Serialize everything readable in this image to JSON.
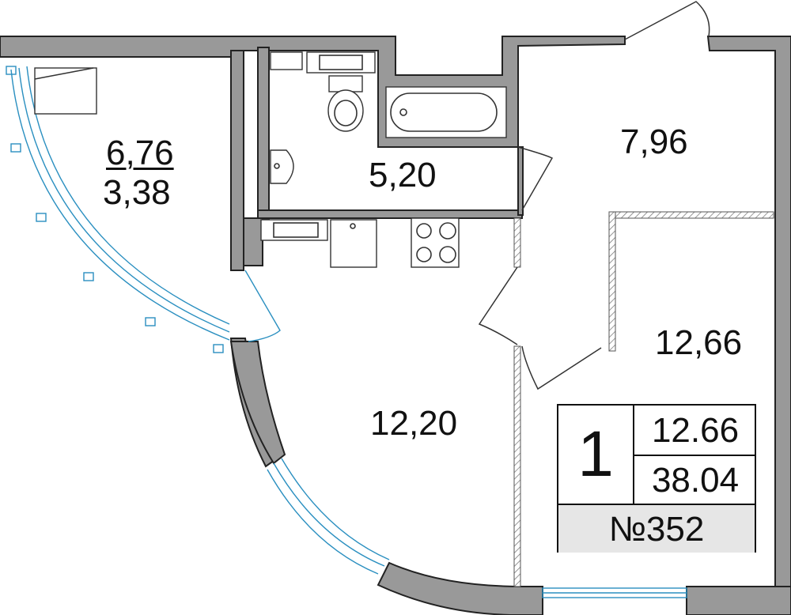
{
  "rooms": [
    {
      "id": "balcony",
      "area": "6,76",
      "area_reduced": "3,38"
    },
    {
      "id": "bathroom",
      "area": "5,20"
    },
    {
      "id": "hallway",
      "area": "7,96"
    },
    {
      "id": "bedroom",
      "area": "12,66"
    },
    {
      "id": "kitchen-living",
      "area": "12,20"
    }
  ],
  "summary": {
    "room_count": "1",
    "living_area": "12.66",
    "total_area": "38.04",
    "apartment_number": "№352"
  },
  "colors": {
    "wall": "#999999",
    "glazing": "#2a8fc0",
    "number_bg": "#e6e6e6"
  }
}
